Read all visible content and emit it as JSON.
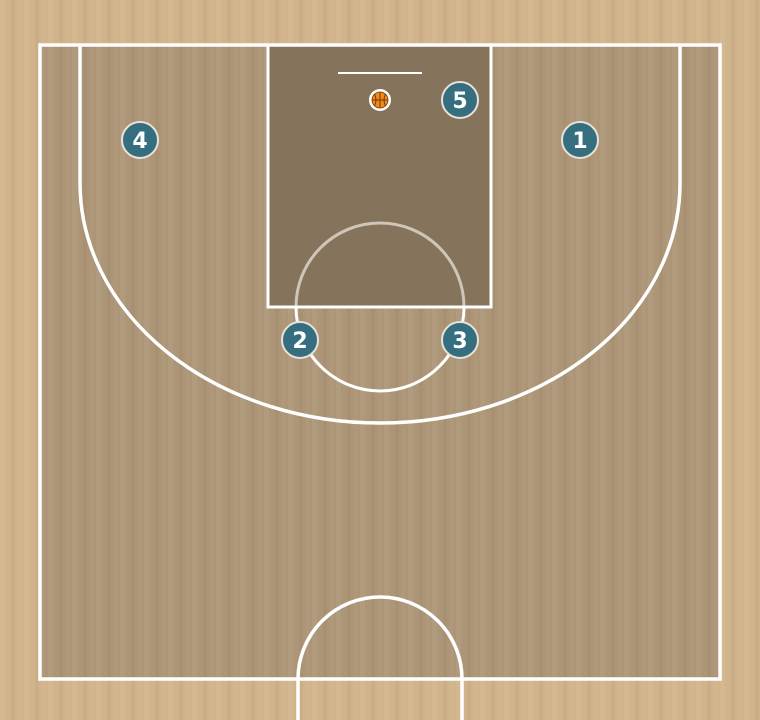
{
  "colors": {
    "floor": "#d2b48c",
    "court": "#ad9677",
    "paint": "#85735b",
    "lines": "#ffffff",
    "player_fill": "#356f7f",
    "player_stroke": "#e9e2d6",
    "ball": "#f08a1c"
  },
  "players": [
    {
      "id": "p1",
      "label": "1"
    },
    {
      "id": "p2",
      "label": "2"
    },
    {
      "id": "p3",
      "label": "3"
    },
    {
      "id": "p4",
      "label": "4"
    },
    {
      "id": "p5",
      "label": "5"
    }
  ],
  "ball": {
    "icon": "basketball-icon"
  }
}
